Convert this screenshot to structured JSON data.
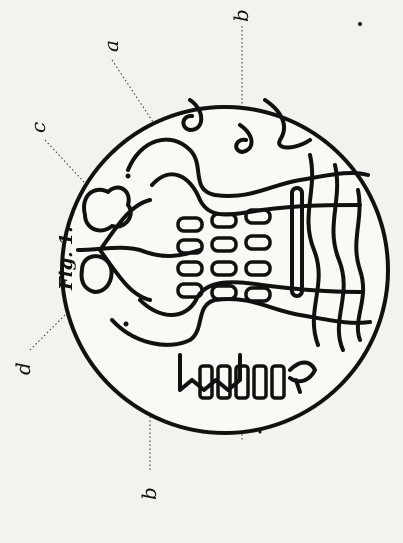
{
  "figure": {
    "caption": "Fig. 1.",
    "labels": {
      "a": "a",
      "b_top": "b",
      "b_bottom": "b",
      "c": "c",
      "d": "d"
    }
  },
  "colors": {
    "ink": "#111111",
    "paper": "#f4f2ee"
  }
}
